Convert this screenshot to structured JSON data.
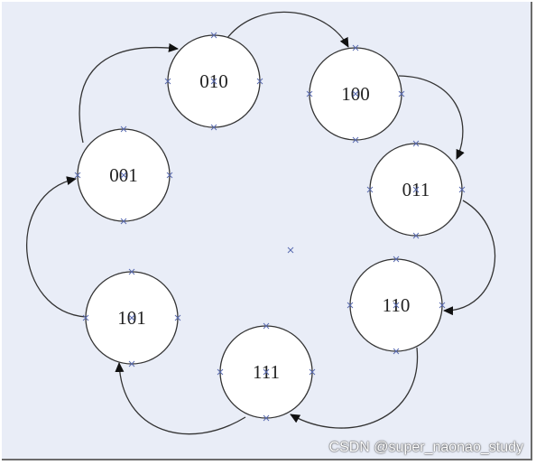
{
  "diagram": {
    "states": [
      {
        "id": "s010",
        "label": "010"
      },
      {
        "id": "s100",
        "label": "100"
      },
      {
        "id": "s011",
        "label": "011"
      },
      {
        "id": "s110",
        "label": "110"
      },
      {
        "id": "s111",
        "label": "111"
      },
      {
        "id": "s101",
        "label": "101"
      },
      {
        "id": "s001",
        "label": "001"
      }
    ],
    "transitions": [
      {
        "from": "010",
        "to": "100"
      },
      {
        "from": "100",
        "to": "011"
      },
      {
        "from": "011",
        "to": "110"
      },
      {
        "from": "110",
        "to": "111"
      },
      {
        "from": "111",
        "to": "101"
      },
      {
        "from": "101",
        "to": "001"
      },
      {
        "from": "001",
        "to": "010"
      }
    ],
    "colors": {
      "background": "#e9edf7",
      "circle_fill": "#ffffff",
      "stroke": "#333333",
      "marker": "#5a6bb0"
    }
  },
  "watermark": "CSDN @super_naonao_study"
}
